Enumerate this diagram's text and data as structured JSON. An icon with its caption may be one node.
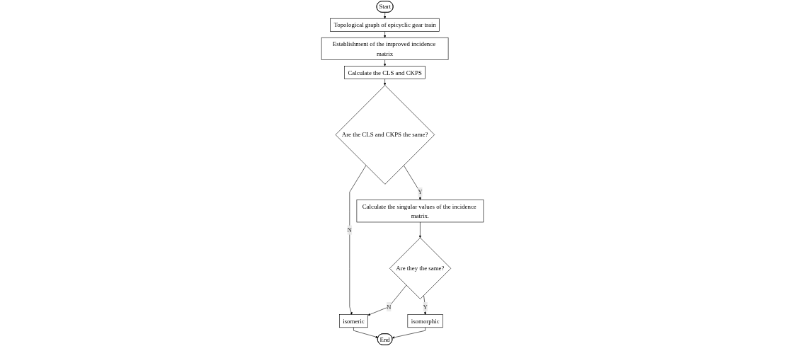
{
  "diagram": {
    "nodes": [
      {
        "text": [
          "Start"
        ]
      },
      {
        "text": [
          "Topological graph of epicyclic gear train"
        ]
      },
      {
        "text": [
          "Establishment of the improved incidence matrix"
        ]
      },
      {
        "text": [
          "Calculate the CLS and CKPS"
        ]
      },
      {
        "text": [
          "Are the CLS and CKPS the same?"
        ]
      },
      {
        "text": [
          "Calculate the singular values of the incidence matrix."
        ]
      },
      {
        "text": [
          "Are they the same?"
        ]
      },
      {
        "text": [
          "isomeric"
        ]
      },
      {
        "text": [
          "isomorphic"
        ]
      },
      {
        "text": [
          "End"
        ]
      }
    ],
    "edges": [
      {
        "from": 0,
        "to": 1,
        "arrow": "to"
      },
      {
        "from": 1,
        "to": 2,
        "arrow": "to"
      },
      {
        "from": 2,
        "to": 3,
        "arrow": "to"
      },
      {
        "from": 3,
        "to": 4,
        "arrow": "to"
      },
      {
        "from": 4,
        "to": 5,
        "label": "Y",
        "arrow": "to"
      },
      {
        "from": 4,
        "to": 7,
        "label": "N",
        "arrow": "to"
      },
      {
        "from": 5,
        "to": 6,
        "arrow": "to"
      },
      {
        "from": 6,
        "to": 7,
        "label": "N",
        "arrow": "to"
      },
      {
        "from": 6,
        "to": 8,
        "label": "Y",
        "arrow": "to"
      },
      {
        "from": 7,
        "to": 9,
        "arrow": "to"
      },
      {
        "from": 8,
        "to": 9,
        "arrow": "to"
      }
    ]
  }
}
